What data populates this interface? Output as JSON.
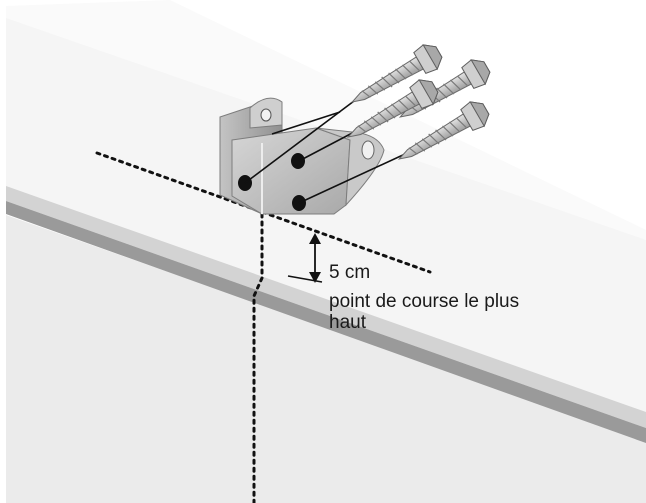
{
  "annotation": {
    "distance": "5 cm",
    "description_line1": "point de course le plus",
    "description_line2": "haut"
  },
  "colors": {
    "wall": "#ebebeb",
    "ceiling": "#f7f7f7",
    "rail_top": "#d2d2d2",
    "rail_shadow": "#9a9a9a",
    "bracket": "#bcbcbc",
    "bracket_dark": "#8e8e8e",
    "screw": "#c7c7c7",
    "line": "#111111"
  },
  "icons": {
    "bracket": "mounting-bracket-icon",
    "screw": "screw-icon",
    "arrow": "double-arrow-icon"
  }
}
